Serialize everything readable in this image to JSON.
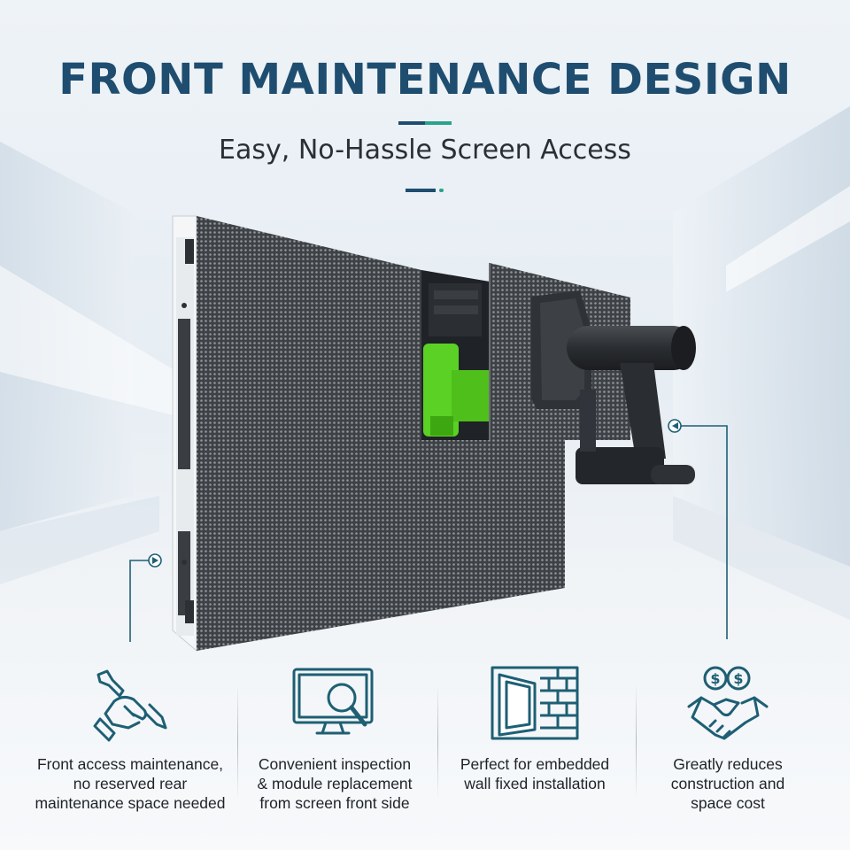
{
  "header": {
    "title": "FRONT MAINTENANCE DESIGN",
    "subtitle": "Easy, No-Hassle Screen Access"
  },
  "colors": {
    "title": "#1e4d70",
    "accent_green": "#2aa38b",
    "icon_stroke": "#1e5f74",
    "module_green": "#5ad124"
  },
  "features": [
    {
      "icon": "wrench-hand-icon",
      "label": "Front access maintenance,\nno reserved rear\nmaintenance space needed"
    },
    {
      "icon": "monitor-magnifier-icon",
      "label": "Convenient inspection\n& module replacement\nfrom screen front side"
    },
    {
      "icon": "brick-wall-panel-icon",
      "label": "Perfect for embedded\nwall fixed installation"
    },
    {
      "icon": "handshake-dollar-icon",
      "label": "Greatly reduces\nconstruction and\nspace cost"
    }
  ]
}
